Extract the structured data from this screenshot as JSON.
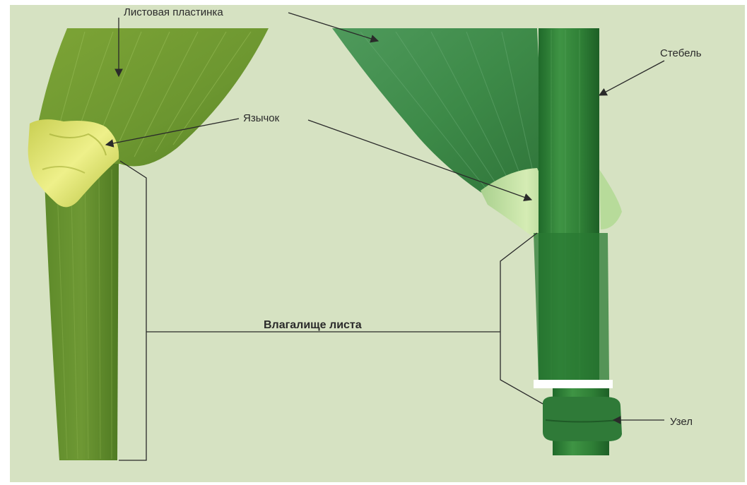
{
  "labels": {
    "blade": "Листовая пластинка",
    "stem": "Стебель",
    "ligule": "Язычок",
    "sheath": "Влагалище листа",
    "node": "Узел"
  },
  "colors": {
    "background": "#d6e2c2",
    "arrow": "#2a2a2a",
    "left_blade": "#6f9a2a",
    "left_ligule": "#e4e46a",
    "right_blade": "#3f8a4a",
    "stem": "#2f7a34"
  }
}
